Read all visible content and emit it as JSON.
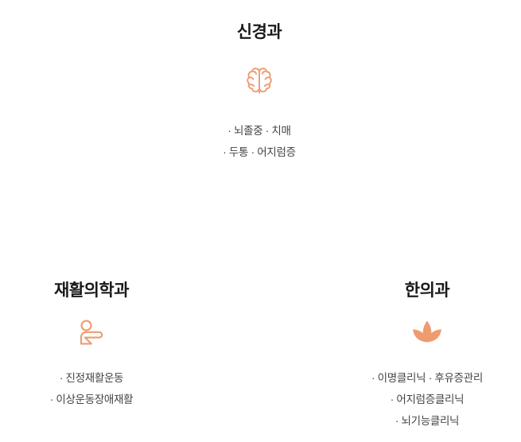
{
  "page": {
    "background_color": "#ffffff",
    "accent_color": "#ee9b70",
    "title_color": "#1a1a1a",
    "body_text_color": "#444444"
  },
  "departments": [
    {
      "id": "neurology",
      "title": "신경과",
      "icon": "brain-icon",
      "items": [
        "· 뇌졸중  · 치매",
        "· 두통  · 어지럼증"
      ]
    },
    {
      "id": "rehabilitation",
      "title": "재활의학과",
      "icon": "seated-person-therapy-icon",
      "items": [
        "· 진정재활운동",
        "· 이상운동장애재활"
      ]
    },
    {
      "id": "oriental-medicine",
      "title": "한의과",
      "icon": "lotus-leaf-icon",
      "items": [
        "· 이명클리닉  · 후유증관리",
        "· 어지럼증클리닉",
        "· 뇌기능클리닉"
      ]
    }
  ]
}
